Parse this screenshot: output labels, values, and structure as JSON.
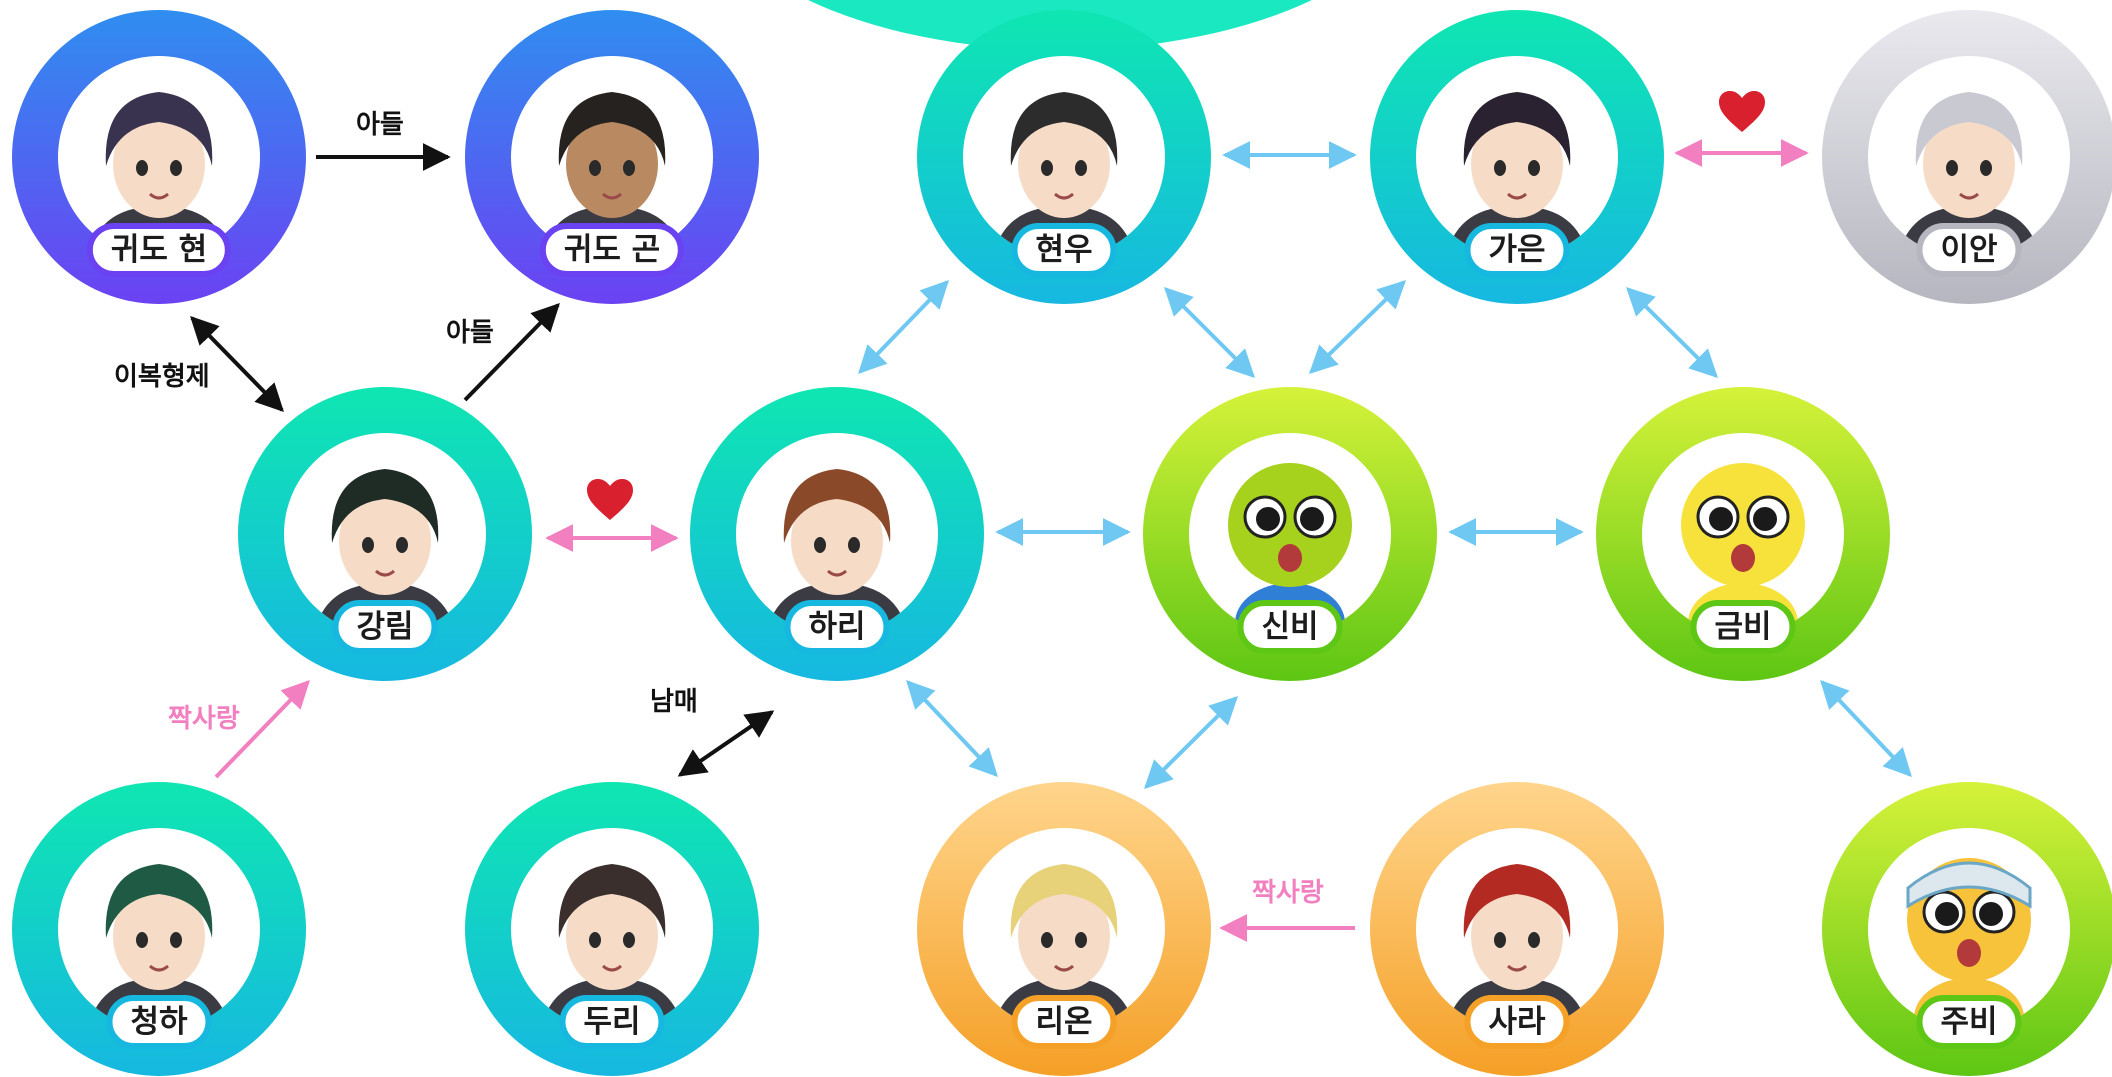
{
  "theme": {
    "purple": [
      "#2f8ef0",
      "#6b42f2"
    ],
    "teal": [
      "#0fe6b2",
      "#16b8e0"
    ],
    "lime": [
      "#d6f23a",
      "#5ec614"
    ],
    "orange": [
      "#ffd58c",
      "#f5a027"
    ],
    "gray": [
      "#e9e9ee",
      "#b6b6c0"
    ],
    "arrow_blue": "#6ec8f2",
    "arrow_black": "#111111",
    "arrow_pink": "#f27fc0",
    "heart": "#d9202e"
  },
  "characters": [
    {
      "id": "guido-hyun",
      "name": "귀도 현",
      "theme": "purple",
      "icon": "portrait-icon"
    },
    {
      "id": "guido-gon",
      "name": "귀도 곤",
      "theme": "purple",
      "icon": "portrait-icon"
    },
    {
      "id": "hyunwoo",
      "name": "현우",
      "theme": "teal",
      "icon": "portrait-icon"
    },
    {
      "id": "gaeun",
      "name": "가은",
      "theme": "teal",
      "icon": "portrait-icon"
    },
    {
      "id": "ian",
      "name": "이안",
      "theme": "gray",
      "icon": "portrait-icon"
    },
    {
      "id": "gangrim",
      "name": "강림",
      "theme": "teal",
      "icon": "portrait-icon"
    },
    {
      "id": "hari",
      "name": "하리",
      "theme": "teal",
      "icon": "portrait-icon"
    },
    {
      "id": "shinbi",
      "name": "신비",
      "theme": "lime",
      "icon": "goblin-icon"
    },
    {
      "id": "geumbi",
      "name": "금비",
      "theme": "lime",
      "icon": "goblin-icon"
    },
    {
      "id": "cheongha",
      "name": "청하",
      "theme": "teal",
      "icon": "portrait-icon"
    },
    {
      "id": "duri",
      "name": "두리",
      "theme": "teal",
      "icon": "portrait-icon"
    },
    {
      "id": "rion",
      "name": "리온",
      "theme": "orange",
      "icon": "portrait-icon"
    },
    {
      "id": "sara",
      "name": "사라",
      "theme": "orange",
      "icon": "portrait-icon"
    },
    {
      "id": "jubi",
      "name": "주비",
      "theme": "lime",
      "icon": "goblin-icon"
    }
  ],
  "relationships": {
    "son_1": "아들",
    "son_2": "아들",
    "half_brothers": "이복형제",
    "siblings": "남매",
    "crush_1": "짝사랑",
    "crush_2": "짝사랑"
  },
  "heart_icon": "heart-icon"
}
